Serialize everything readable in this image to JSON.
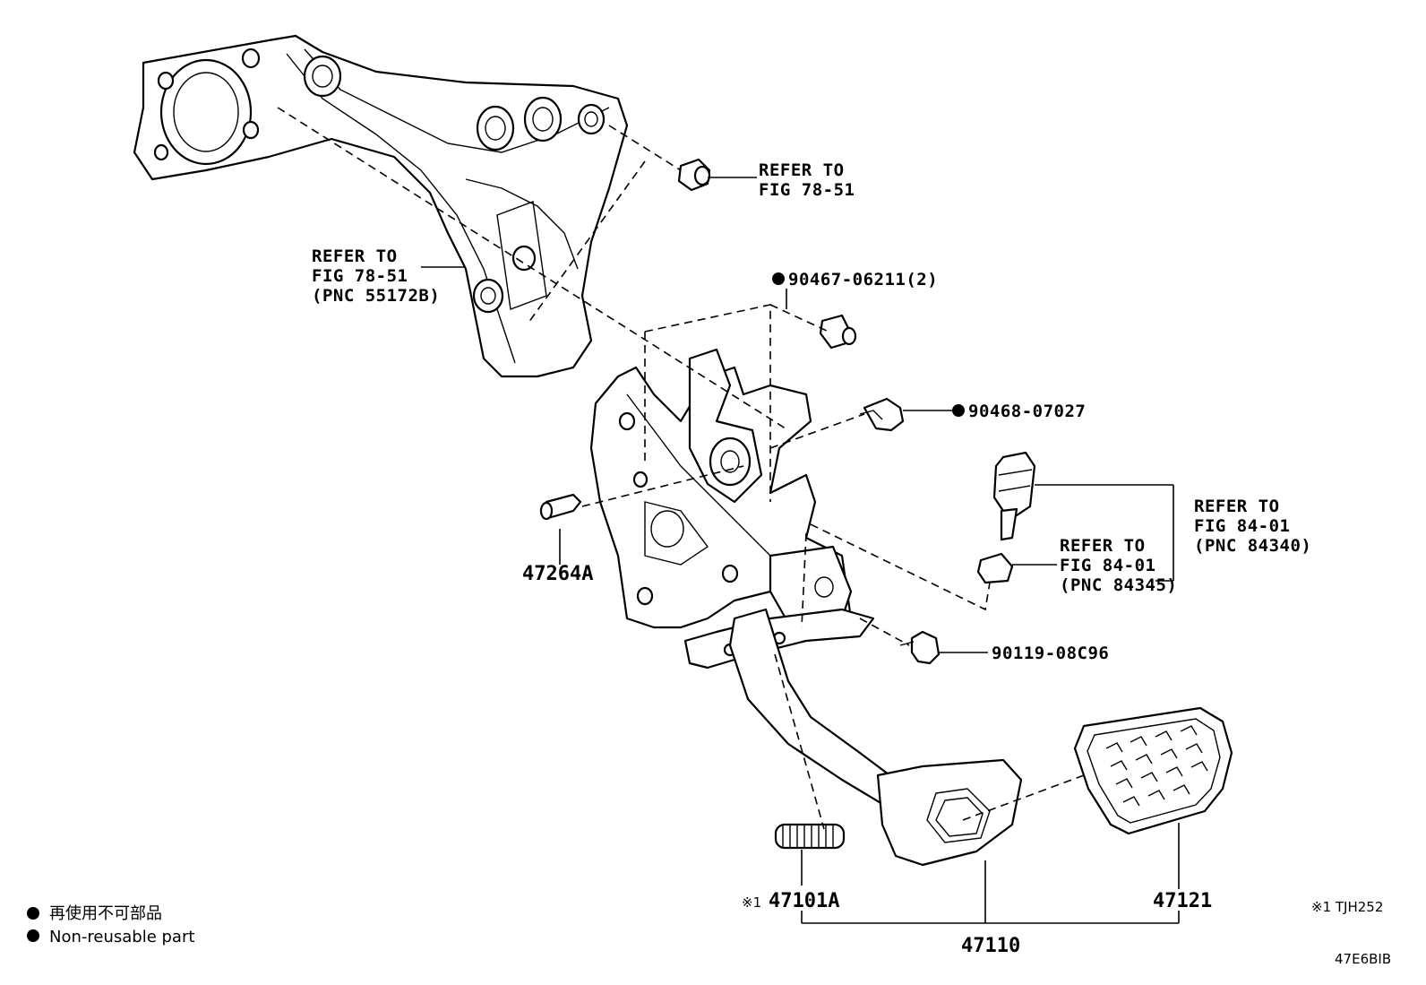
{
  "callouts": {
    "refer_top": [
      "REFER TO",
      "FIG 78-51"
    ],
    "refer_left": [
      "REFER TO",
      "FIG 78-51",
      "(PNC 55172B)"
    ],
    "refer_right_upper": [
      "REFER TO",
      "FIG 84-01",
      "(PNC 84340)"
    ],
    "refer_right_lower": [
      "REFER TO",
      "FIG 84-01",
      "(PNC 84345)"
    ]
  },
  "parts": {
    "p90467": "90467-06211(2)",
    "p90468": "90468-07027",
    "p47264A": "47264A",
    "p90119": "90119-08C96",
    "p47101A_prefix": "※1",
    "p47101A": "47101A",
    "p47121": "47121",
    "p47110": "47110"
  },
  "legend": {
    "jp": "再使用不可部品",
    "en": "Non-reusable part",
    "bullet_color": "#000000"
  },
  "notes": {
    "footnote": "※1 TJH252",
    "diagram_code": "47E6BIB"
  }
}
